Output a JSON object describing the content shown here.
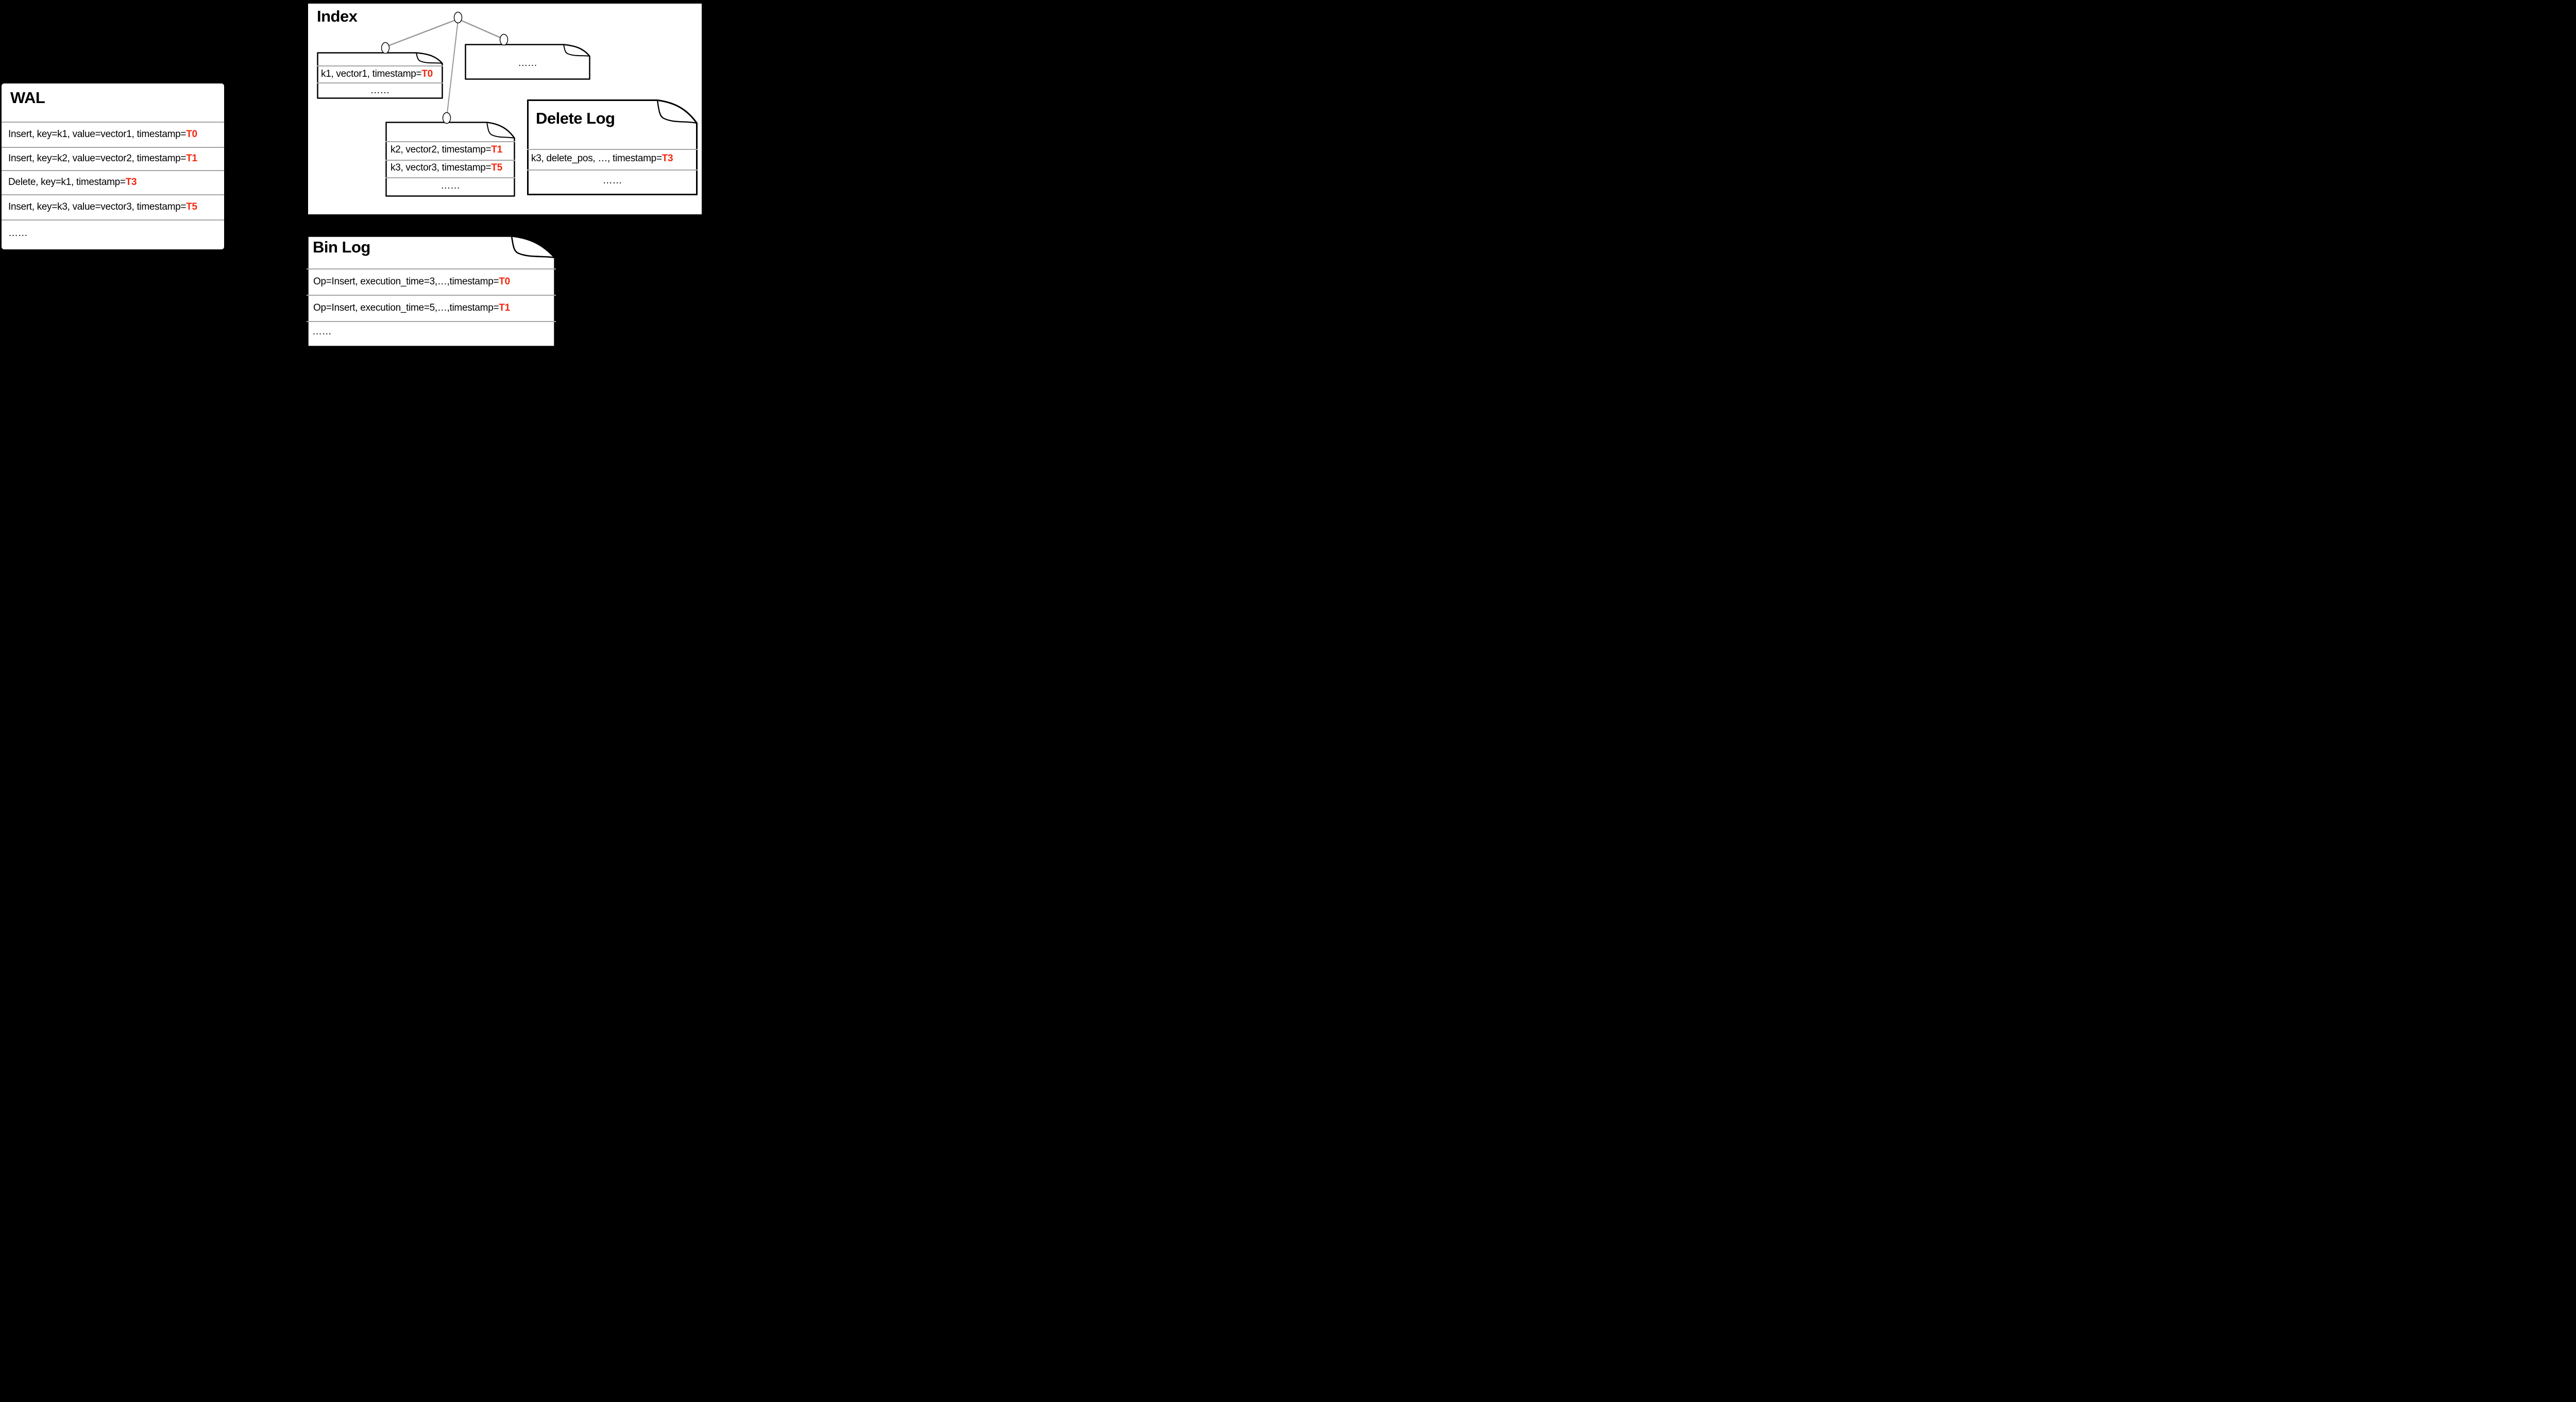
{
  "colors": {
    "background": "#000000",
    "panel_white": "#ffffff",
    "accent_red": "#f4260c",
    "separator_gray": "#a6a6a6",
    "tree_edge_gray": "#969696",
    "border_black": "#000000"
  },
  "wal": {
    "title": "WAL",
    "rows": [
      {
        "text": "Insert, key=k1, value=vector1, timestamp=",
        "ts": "T0"
      },
      {
        "text": "Insert, key=k2, value=vector2, timestamp=",
        "ts": "T1"
      },
      {
        "text": "Delete, key=k1, timestamp=",
        "ts": "T3"
      },
      {
        "text": "Insert, key=k3, value=vector3, timestamp=",
        "ts": "T5"
      }
    ],
    "ellipsis": "……"
  },
  "index": {
    "title": "Index",
    "node_k1": {
      "rows": [
        {
          "text": "k1, vector1, timestamp=",
          "ts": "T0"
        }
      ],
      "ellipsis": "……"
    },
    "node_other": {
      "ellipsis": "……"
    },
    "node_k2k3": {
      "rows": [
        {
          "text": "k2, vector2, timestamp=",
          "ts": "T1"
        },
        {
          "text": "k3, vector3, timestamp=",
          "ts": "T5"
        }
      ],
      "ellipsis": "……"
    }
  },
  "delete_log": {
    "title": "Delete Log",
    "rows": [
      {
        "text": "k3, delete_pos, …, timestamp=",
        "ts": "T3"
      }
    ],
    "ellipsis": "……"
  },
  "bin_log": {
    "title": "Bin Log",
    "rows": [
      {
        "text": "Op=Insert, execution_time=3,…,timestamp=",
        "ts": "T0"
      },
      {
        "text": "Op=Insert, execution_time=5,…,timestamp=",
        "ts": "T1"
      }
    ],
    "ellipsis": "……"
  }
}
